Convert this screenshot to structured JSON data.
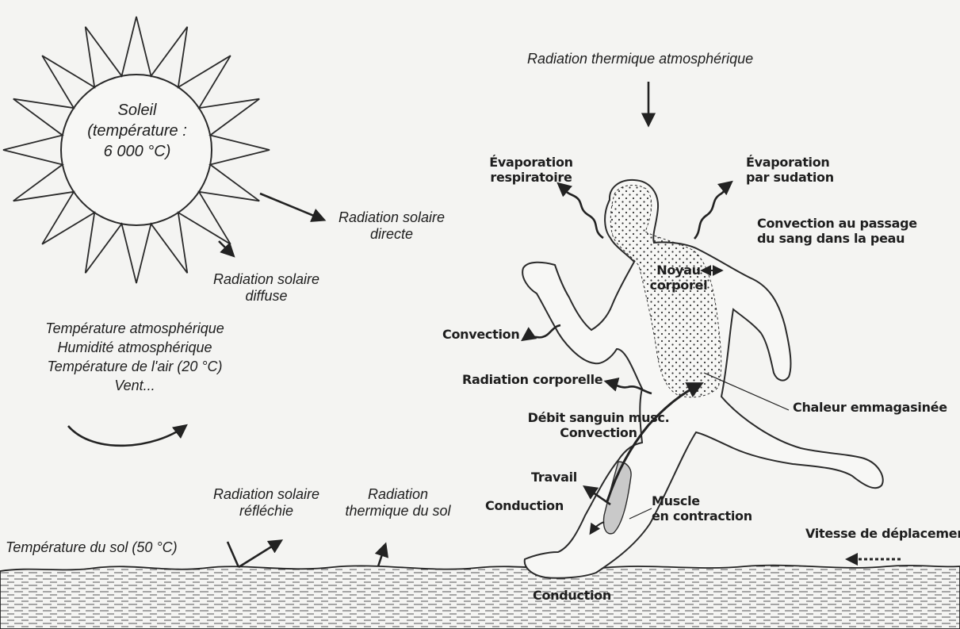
{
  "sun": {
    "line1": "Soleil",
    "line2": "(température :",
    "line3": "6 000 °C)"
  },
  "atmos_radiation": "Radiation thermique atmosphérique",
  "solar_direct": {
    "line1": "Radiation solaire",
    "line2": "directe"
  },
  "solar_diffuse": {
    "line1": "Radiation solaire",
    "line2": "diffuse"
  },
  "atmos_conditions": [
    "Température atmosphérique",
    "Humidité atmosphérique",
    "Température de l'air (20 °C)",
    "Vent..."
  ],
  "solar_reflected": {
    "line1": "Radiation solaire",
    "line2": "réfléchie"
  },
  "ground_thermal": {
    "line1": "Radiation",
    "line2": "thermique du sol"
  },
  "ground_temp": "Température du sol (50 °C)",
  "evap_resp": {
    "line1": "Évaporation",
    "line2": "respiratoire"
  },
  "evap_sweat": {
    "line1": "Évaporation",
    "line2": "par sudation"
  },
  "blood_convection": {
    "line1": "Convection au passage",
    "line2": "du sang dans la peau"
  },
  "body_core": {
    "line1": "Noyau",
    "line2": "corporel"
  },
  "convection": "Convection",
  "body_radiation": "Radiation corporelle",
  "stored_heat": "Chaleur emmagasinée",
  "muscle_flow": {
    "line1": "Débit sanguin musc.",
    "line2": "Convection"
  },
  "work": "Travail",
  "conduction_leg": "Conduction",
  "muscle": {
    "line1": "Muscle",
    "line2": "en contraction"
  },
  "speed": "Vitesse de déplacement",
  "conduction_ground": "Conduction"
}
